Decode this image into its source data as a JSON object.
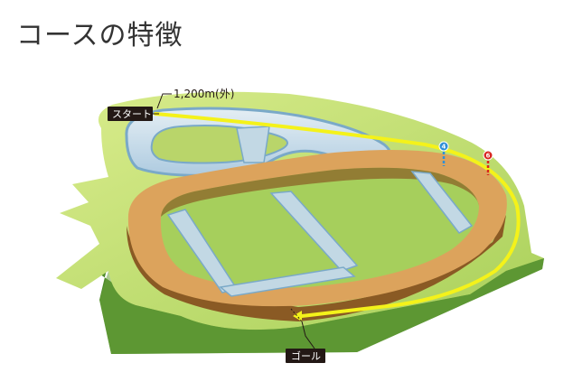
{
  "page": {
    "title": "コースの特徴"
  },
  "labels": {
    "start": "スタート",
    "goal": "ゴール",
    "distance": "1,200m(外)"
  },
  "poles": [
    {
      "number": "4",
      "color": "#2f8fd6"
    },
    {
      "number": "6",
      "color": "#d8261f"
    }
  ],
  "colors": {
    "turf_light": "#c9e07a",
    "turf_mid": "#9cc84c",
    "turf_dark": "#4e8a2a",
    "dirt": "#dca35c",
    "dirt_side": "#8a5a24",
    "inner_track": "#c2d8e4",
    "inner_track_side": "#7aa9c8",
    "route_line": "#f4f21a"
  }
}
